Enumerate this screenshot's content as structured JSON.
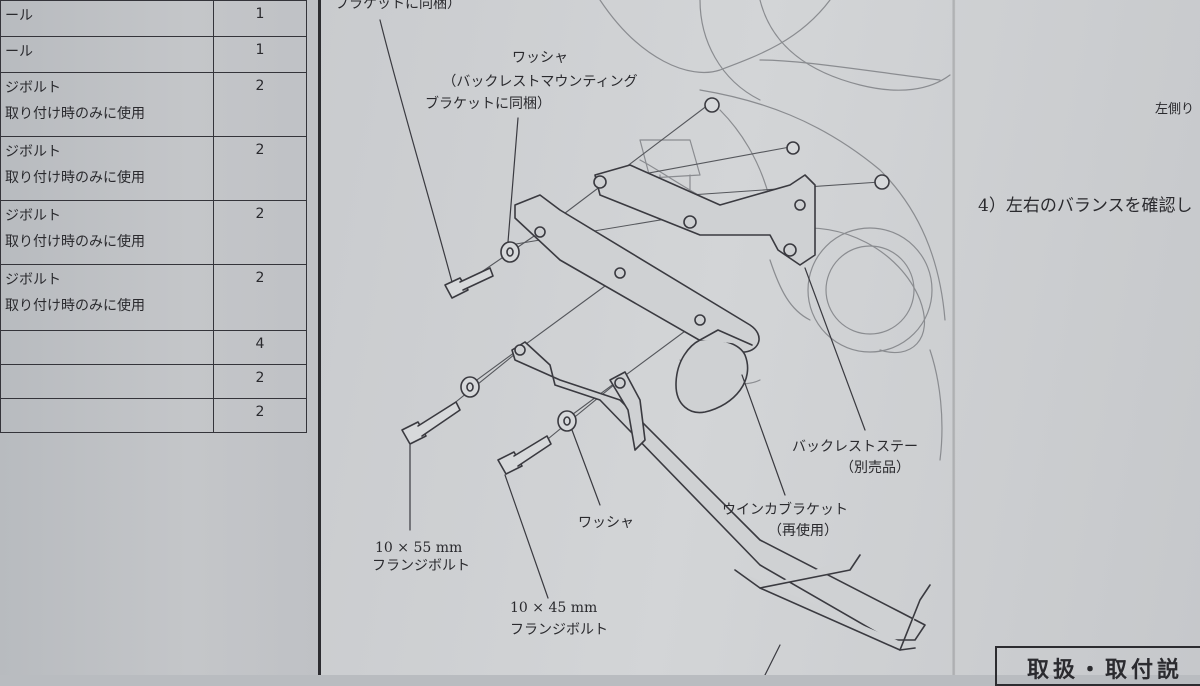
{
  "parts_table": {
    "rows": [
      {
        "name": "ール",
        "note": "",
        "qty": "1"
      },
      {
        "name": "ール",
        "note": "",
        "qty": "1"
      },
      {
        "name": "ジボルト",
        "note": "取り付け時のみに使用",
        "qty": "2"
      },
      {
        "name": "ジボルト",
        "note": "取り付け時のみに使用",
        "qty": "2"
      },
      {
        "name": "ジボルト",
        "note": "取り付け時のみに使用",
        "qty": "2"
      },
      {
        "name": "ジボルト",
        "note": "取り付け時のみに使用",
        "qty": "2"
      },
      {
        "name": "",
        "note": "",
        "qty": "4"
      },
      {
        "name": "",
        "note": "",
        "qty": "2"
      },
      {
        "name": "",
        "note": "",
        "qty": "2"
      }
    ]
  },
  "labels": {
    "top_cut": "ブラケットに同梱）",
    "washer_top": "ワッシャ",
    "washer_top_note1": "（バックレストマウンティング",
    "washer_top_note2": "ブラケットに同梱）",
    "left_side": "左側り",
    "step4": "4）左右のバランスを確認し",
    "backrest_stay": "バックレストステー",
    "backrest_stay_note": "（別売品）",
    "winker_bracket": "ウインカブラケット",
    "winker_bracket_note": "（再使用）",
    "washer_bottom": "ワッシャ",
    "bolt55_size": "10 × 55 mm",
    "bolt55_name": "フランジボルト",
    "bolt45_size": "10 × 45 mm",
    "bolt45_name": "フランジボルト",
    "title_box": "取扱・取付説"
  }
}
